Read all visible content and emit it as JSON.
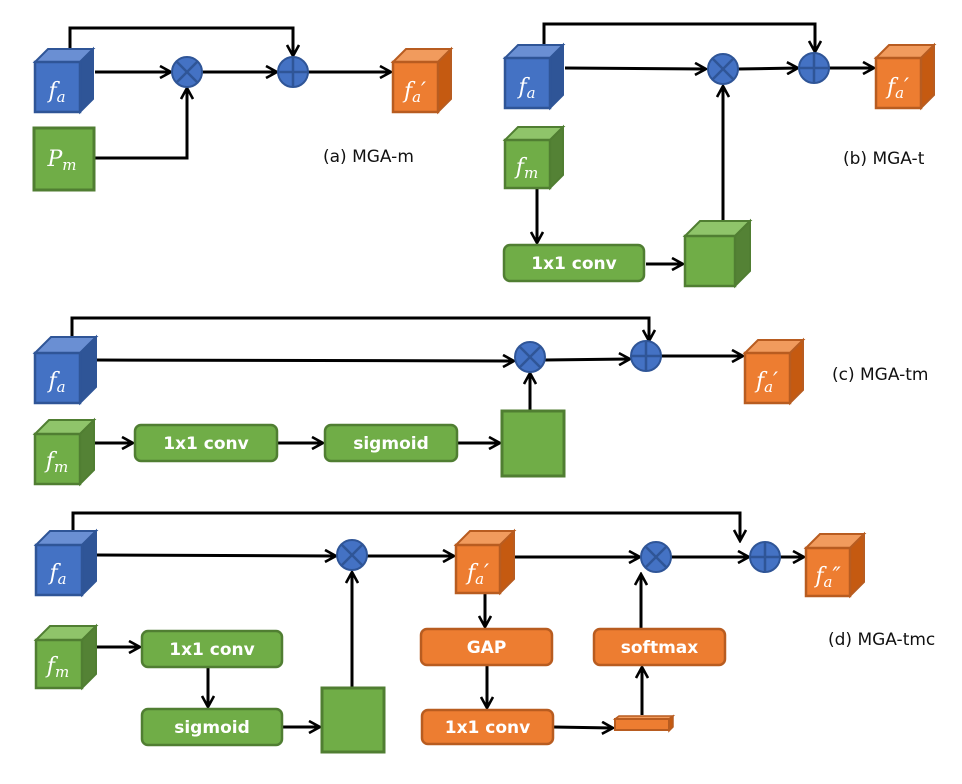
{
  "colors": {
    "blue_face": "#4472C4",
    "blue_top": "#6A8FD3",
    "blue_side": "#2F5597",
    "blue_stroke": "#2F5597",
    "green_face": "#70AD47",
    "green_top": "#8FC46A",
    "green_side": "#548235",
    "green_stroke": "#507E32",
    "orange_face": "#ED7D31",
    "orange_top": "#F19B5D",
    "orange_side": "#C55A11",
    "orange_stroke": "#B85C20",
    "op_fill": "#4472C4",
    "op_stroke": "#2F5597"
  },
  "panels": [
    {
      "id": "a",
      "caption": "(a) MGA-m",
      "nodes": {
        "input_a": "f",
        "input_a_sub": "a",
        "input_m": "P",
        "input_m_sub": "m",
        "output": "f",
        "output_sub": "a",
        "output_prime": "′"
      },
      "ops": [
        "multiply",
        "add"
      ]
    },
    {
      "id": "b",
      "caption": "(b) MGA-t",
      "nodes": {
        "input_a": "f",
        "input_a_sub": "a",
        "input_m": "f",
        "input_m_sub": "m",
        "output": "f",
        "output_sub": "a",
        "output_prime": "′"
      },
      "blocks": [
        "1x1 conv"
      ],
      "ops": [
        "multiply",
        "add"
      ]
    },
    {
      "id": "c",
      "caption": "(c) MGA-tm",
      "nodes": {
        "input_a": "f",
        "input_a_sub": "a",
        "input_m": "f",
        "input_m_sub": "m",
        "output": "f",
        "output_sub": "a",
        "output_prime": "′"
      },
      "blocks": [
        "1x1 conv",
        "sigmoid"
      ],
      "ops": [
        "multiply",
        "add"
      ]
    },
    {
      "id": "d",
      "caption": "(d) MGA-tmc",
      "nodes": {
        "input_a": "f",
        "input_a_sub": "a",
        "input_m": "f",
        "input_m_sub": "m",
        "mid": "f",
        "mid_sub": "a",
        "mid_prime": "′",
        "output": "f",
        "output_sub": "a",
        "output_prime": "″"
      },
      "blocks": [
        "1x1 conv",
        "sigmoid",
        "GAP",
        "1x1 conv",
        "softmax"
      ],
      "ops": [
        "multiply",
        "multiply",
        "add"
      ]
    }
  ]
}
